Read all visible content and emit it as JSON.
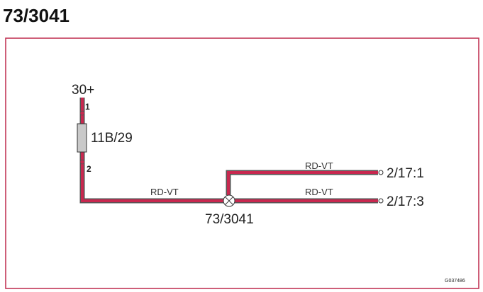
{
  "title": "73/3041",
  "colors": {
    "frame": "#c23656",
    "wire_core": "#c8284f",
    "wire_edge": "#555555",
    "fuse_fill": "#c9c9c9"
  },
  "supply": {
    "label": "30+"
  },
  "fuse": {
    "label": "11B/29",
    "pin_top": "1",
    "pin_bottom": "2"
  },
  "splice": {
    "label": "73/3041"
  },
  "wires": {
    "main": {
      "label": "RD-VT"
    },
    "upper": {
      "label": "RD-VT"
    },
    "lower": {
      "label": "RD-VT"
    }
  },
  "connectors": {
    "upper": {
      "label": "2/17:1"
    },
    "lower": {
      "label": "2/17:3"
    }
  },
  "figure_code": "G037486"
}
